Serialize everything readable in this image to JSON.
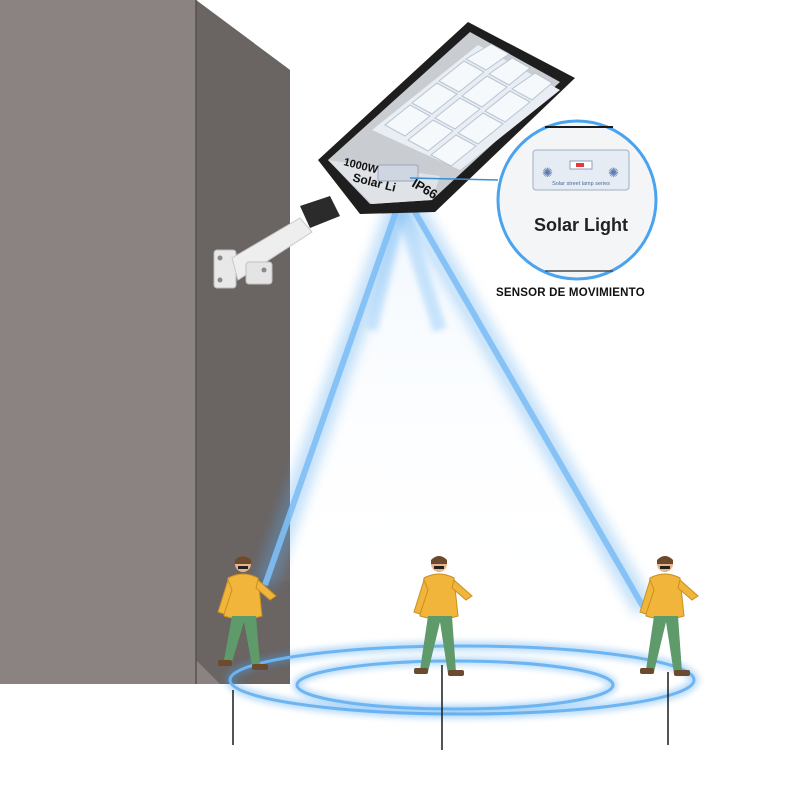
{
  "lamp": {
    "wattage": "1000W",
    "brand": "Solar Li",
    "rating": "IP66"
  },
  "inset": {
    "sensor_text": "Solar street lamp series",
    "title": "Solar Light"
  },
  "caption": "SENSOR DE MOVIMIENTO",
  "colors": {
    "wall_front": "#8a8381",
    "wall_side": "#6a6463",
    "beam": "#5aaaf0",
    "ring": "#4aa3ee",
    "jacket": "#f0b53a",
    "pants": "#5f9a6a"
  },
  "icons": [
    "solar-street-light-icon",
    "motion-sensor-icon",
    "pedestrian-icon"
  ]
}
